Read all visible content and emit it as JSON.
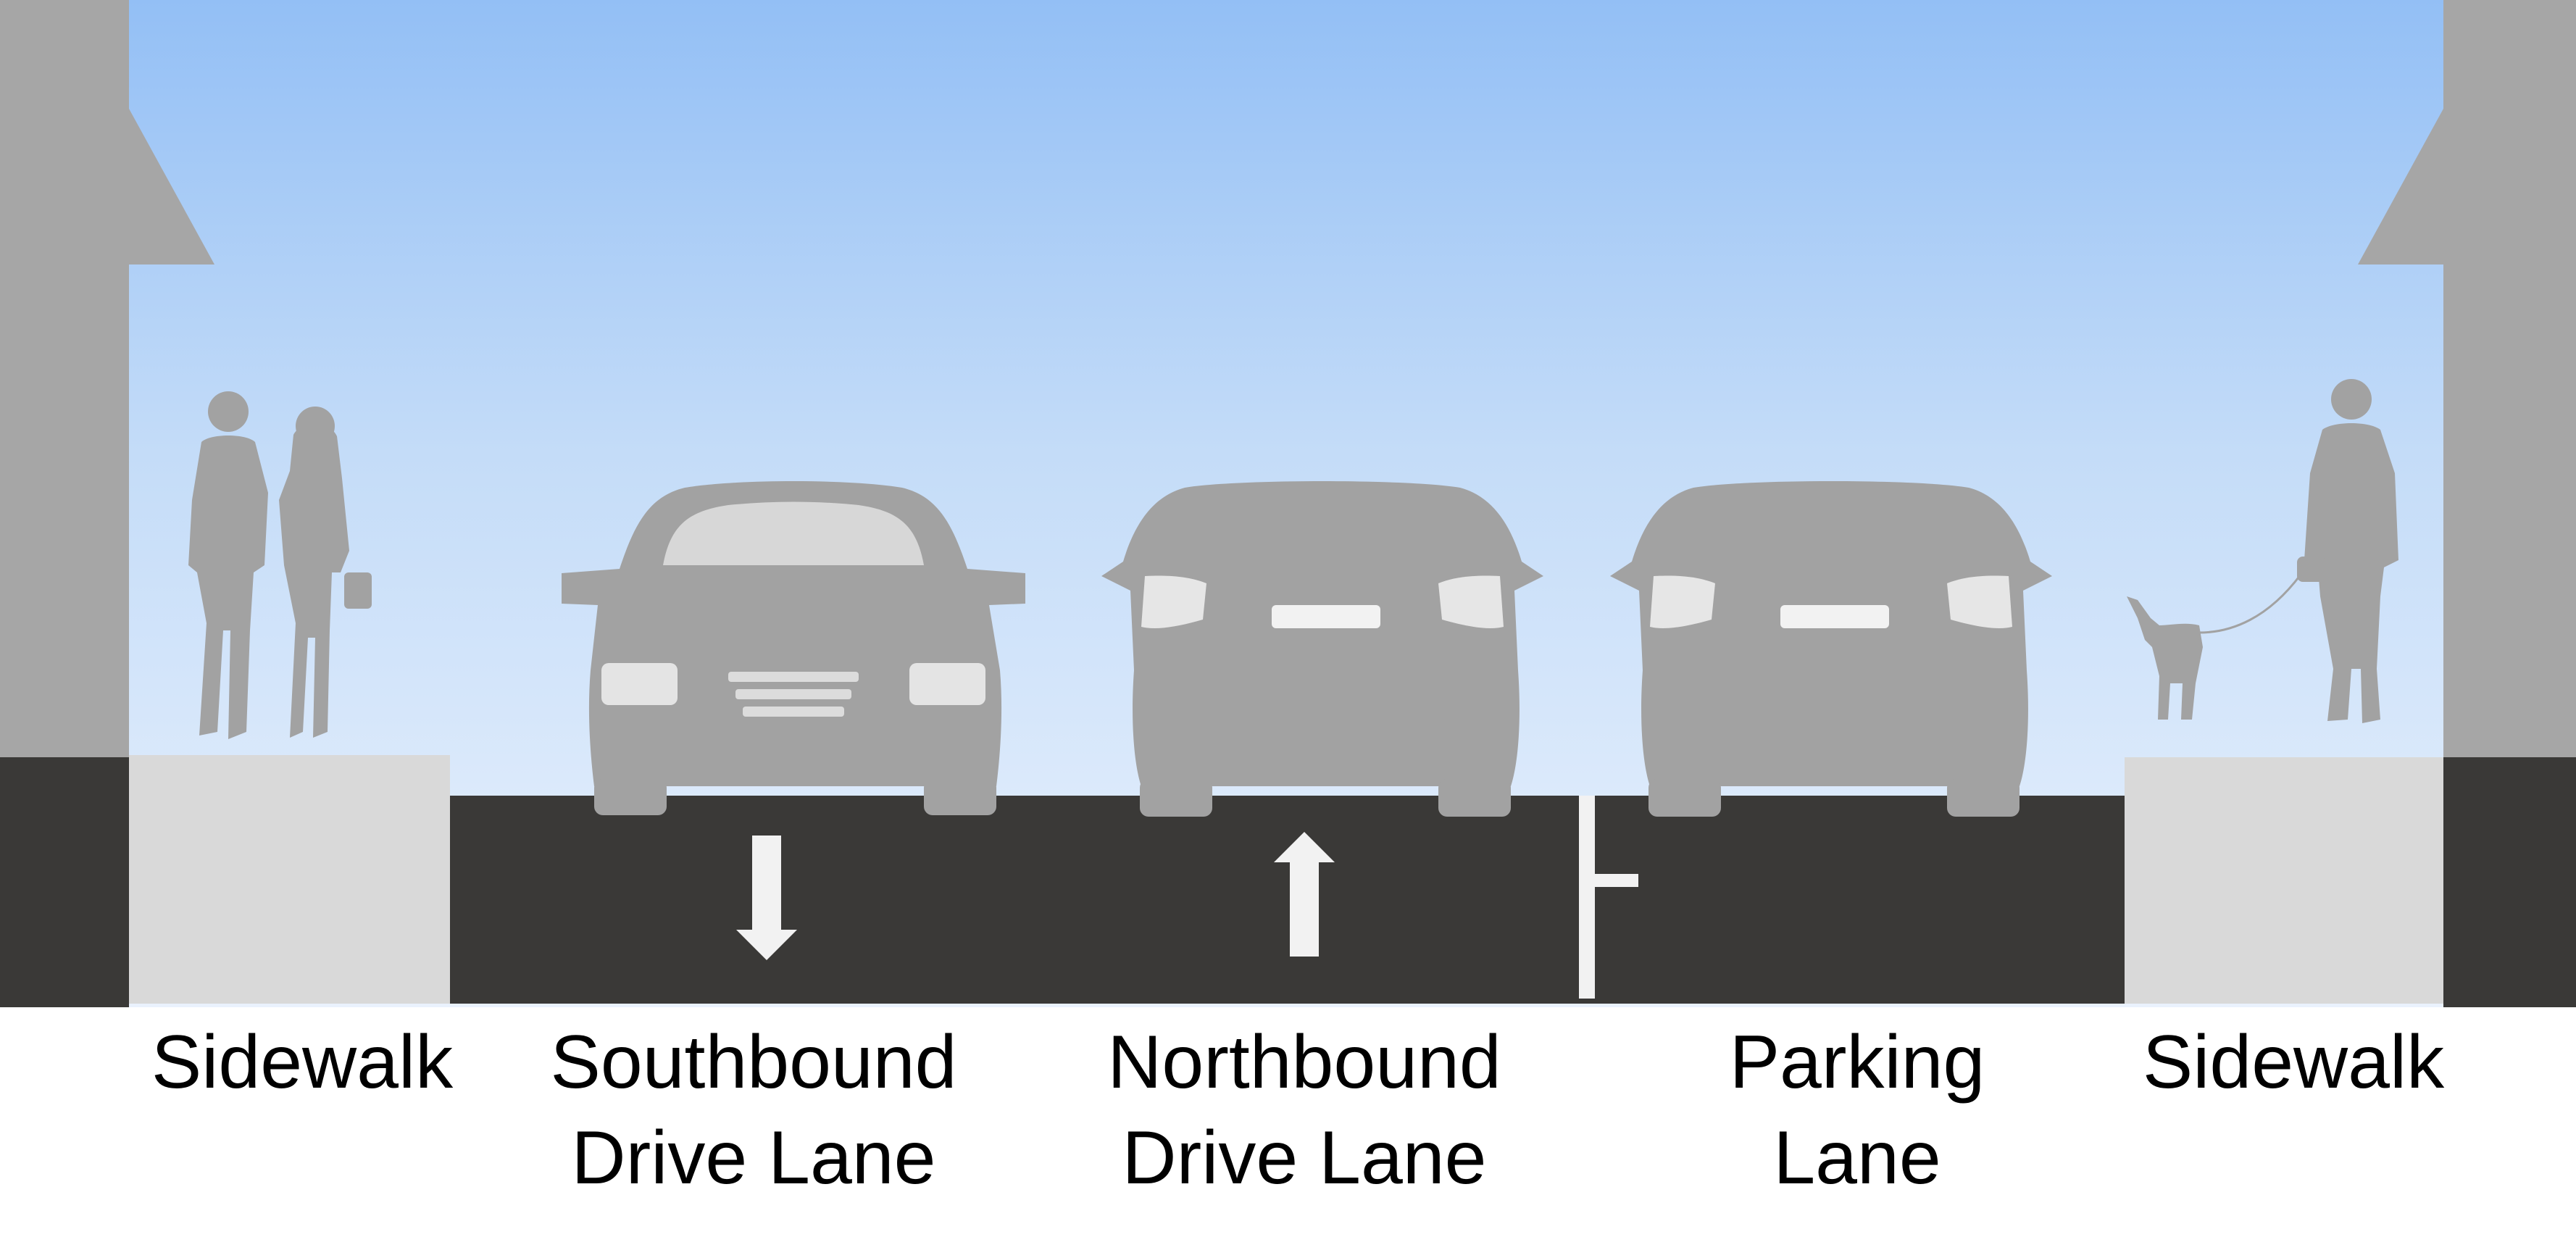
{
  "colors": {
    "sky_top": "#93bff5",
    "sky_bottom": "#eaf2fd",
    "building": "#a6a6a6",
    "building_base": "#3a3937",
    "sidewalk": "#d9d9d9",
    "roadway": "#3a3937",
    "silhouette": "#a2a2a2",
    "marking": "#f2f2f2",
    "label_text": "#000000"
  },
  "icons": {
    "pedestrian_couple": "pedestrian-couple-icon",
    "car_front": "car-front-icon",
    "car_rear": "car-rear-icon",
    "pedestrian_with_dog": "pedestrian-with-dog-icon",
    "arrow_down": "arrow-down-icon",
    "arrow_up": "arrow-up-icon"
  },
  "lanes": [
    {
      "id": "sidewalk-left",
      "lines": [
        "Sidewalk"
      ]
    },
    {
      "id": "southbound-drive-lane",
      "lines": [
        "Southbound",
        "Drive Lane"
      ]
    },
    {
      "id": "northbound-drive-lane",
      "lines": [
        "Northbound",
        "Drive Lane"
      ]
    },
    {
      "id": "parking-lane",
      "lines": [
        "Parking",
        "Lane"
      ]
    },
    {
      "id": "sidewalk-right",
      "lines": [
        "Sidewalk"
      ]
    }
  ]
}
